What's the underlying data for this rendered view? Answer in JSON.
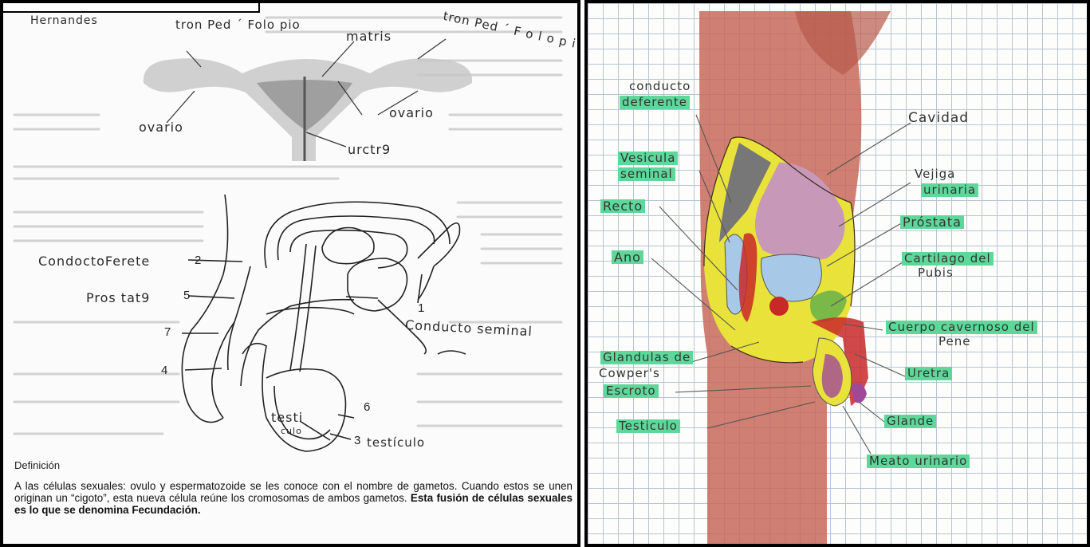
{
  "left_panel": {
    "female_labels": {
      "author": "Hernandes",
      "tube_left": "tron Ped ´ Folo pio",
      "uterus": "matris",
      "tube_right": "tron Ped ´ F o l o p i o",
      "ovary_left": "ovario",
      "ovary_right": "ovario",
      "urethra": "urctr9"
    },
    "male_labels": {
      "conducto": "CondoctoFerete",
      "prostata": "Pros tat9",
      "seminal": "Conducto seminal",
      "testi": "testi",
      "culo": "culo",
      "testiculo": "testículo"
    },
    "numbers": {
      "n1": "1",
      "n2": "2",
      "n3": "3",
      "n4": "4",
      "n5": "5",
      "n6": "6",
      "n7": "7"
    },
    "definition": {
      "title": "Definición",
      "text_plain": "A las células sexuales: ovulo y espermatozoide se les conoce con el nombre de gametos. Cuando estos se unen originan un “cigoto”, esta nueva célula reúne los cromosomas de ambos gametos. ",
      "text_bold": "Esta fusión de células sexuales es lo que se denomina Fecundación."
    }
  },
  "right_panel": {
    "labels": {
      "conducto_deferente_1": "conducto",
      "conducto_deferente_2": "deferente",
      "cavidad": "Cavidad",
      "vesicula_1": "Vesicula",
      "vesicula_2": "seminal",
      "vejiga_1": "Vejiga",
      "vejiga_2": "urinaria",
      "recto": "Recto",
      "prostata": "Próstata",
      "ano": "Ano",
      "cartilago_1": "Cartilago del",
      "cartilago_2": "Pubis",
      "cuerpo_1": "Cuerpo cavernoso del",
      "cuerpo_2": "Pene",
      "glandulas_1": "Glandulas de",
      "glandulas_2": "Cowper's",
      "uretra": "Uretra",
      "escroto": "Escroto",
      "testiculo": "Testiculo",
      "glande": "Glande",
      "meato": "Meato urinario"
    },
    "colors": {
      "label_bg": "#5ed89a",
      "body": "#c8685a",
      "yellow": "#e8e23a",
      "pink": "#c898b8",
      "blue": "#a8c8e8",
      "red": "#c82828",
      "green": "#7ab848",
      "purple": "#a04898",
      "grid": "#b8c4d4"
    }
  }
}
